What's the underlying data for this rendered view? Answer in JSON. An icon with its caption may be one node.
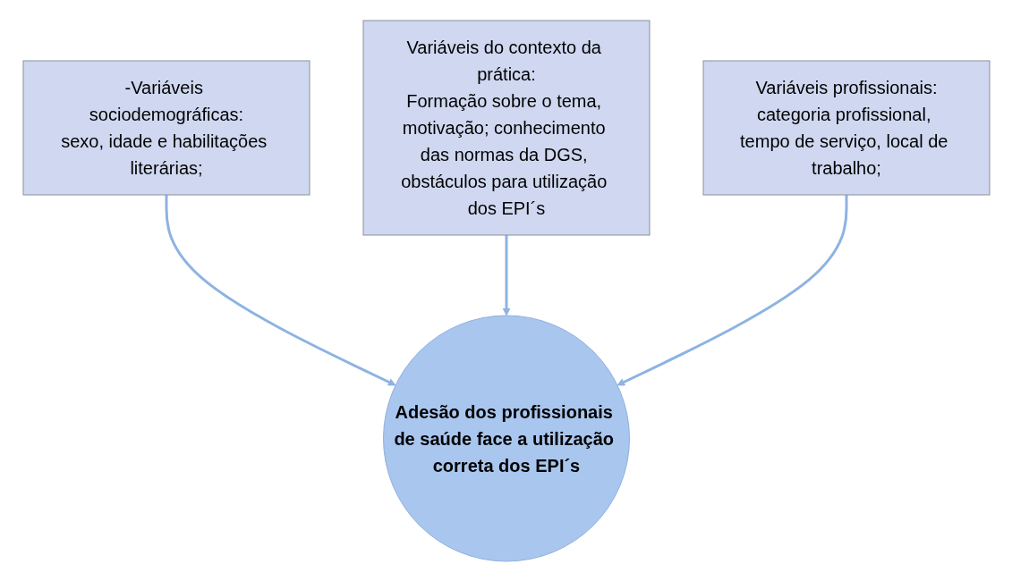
{
  "diagram": {
    "nodes": [
      {
        "text": [
          "-Variáveis sociodemográficas:",
          "sexo, idade e habilitações literárias;"
        ]
      },
      {
        "text": [
          "Variáveis do contexto da prática:",
          "Formação sobre o tema, motivação; conhecimento das normas da DGS, obstáculos para utilização dos EPI´s"
        ]
      },
      {
        "text": [
          "Variáveis profissionais:",
          "categoria profissional, tempo de serviço, local de trabalho;"
        ]
      },
      {
        "text": [
          "Adesão dos profissionais de saúde face a utilização correta dos EPI´s"
        ]
      }
    ],
    "edges": [
      {
        "from": 0,
        "to": 3,
        "arrow": "to"
      },
      {
        "from": 1,
        "to": 3,
        "arrow": "to"
      },
      {
        "from": 2,
        "to": 3,
        "arrow": "to"
      }
    ]
  }
}
